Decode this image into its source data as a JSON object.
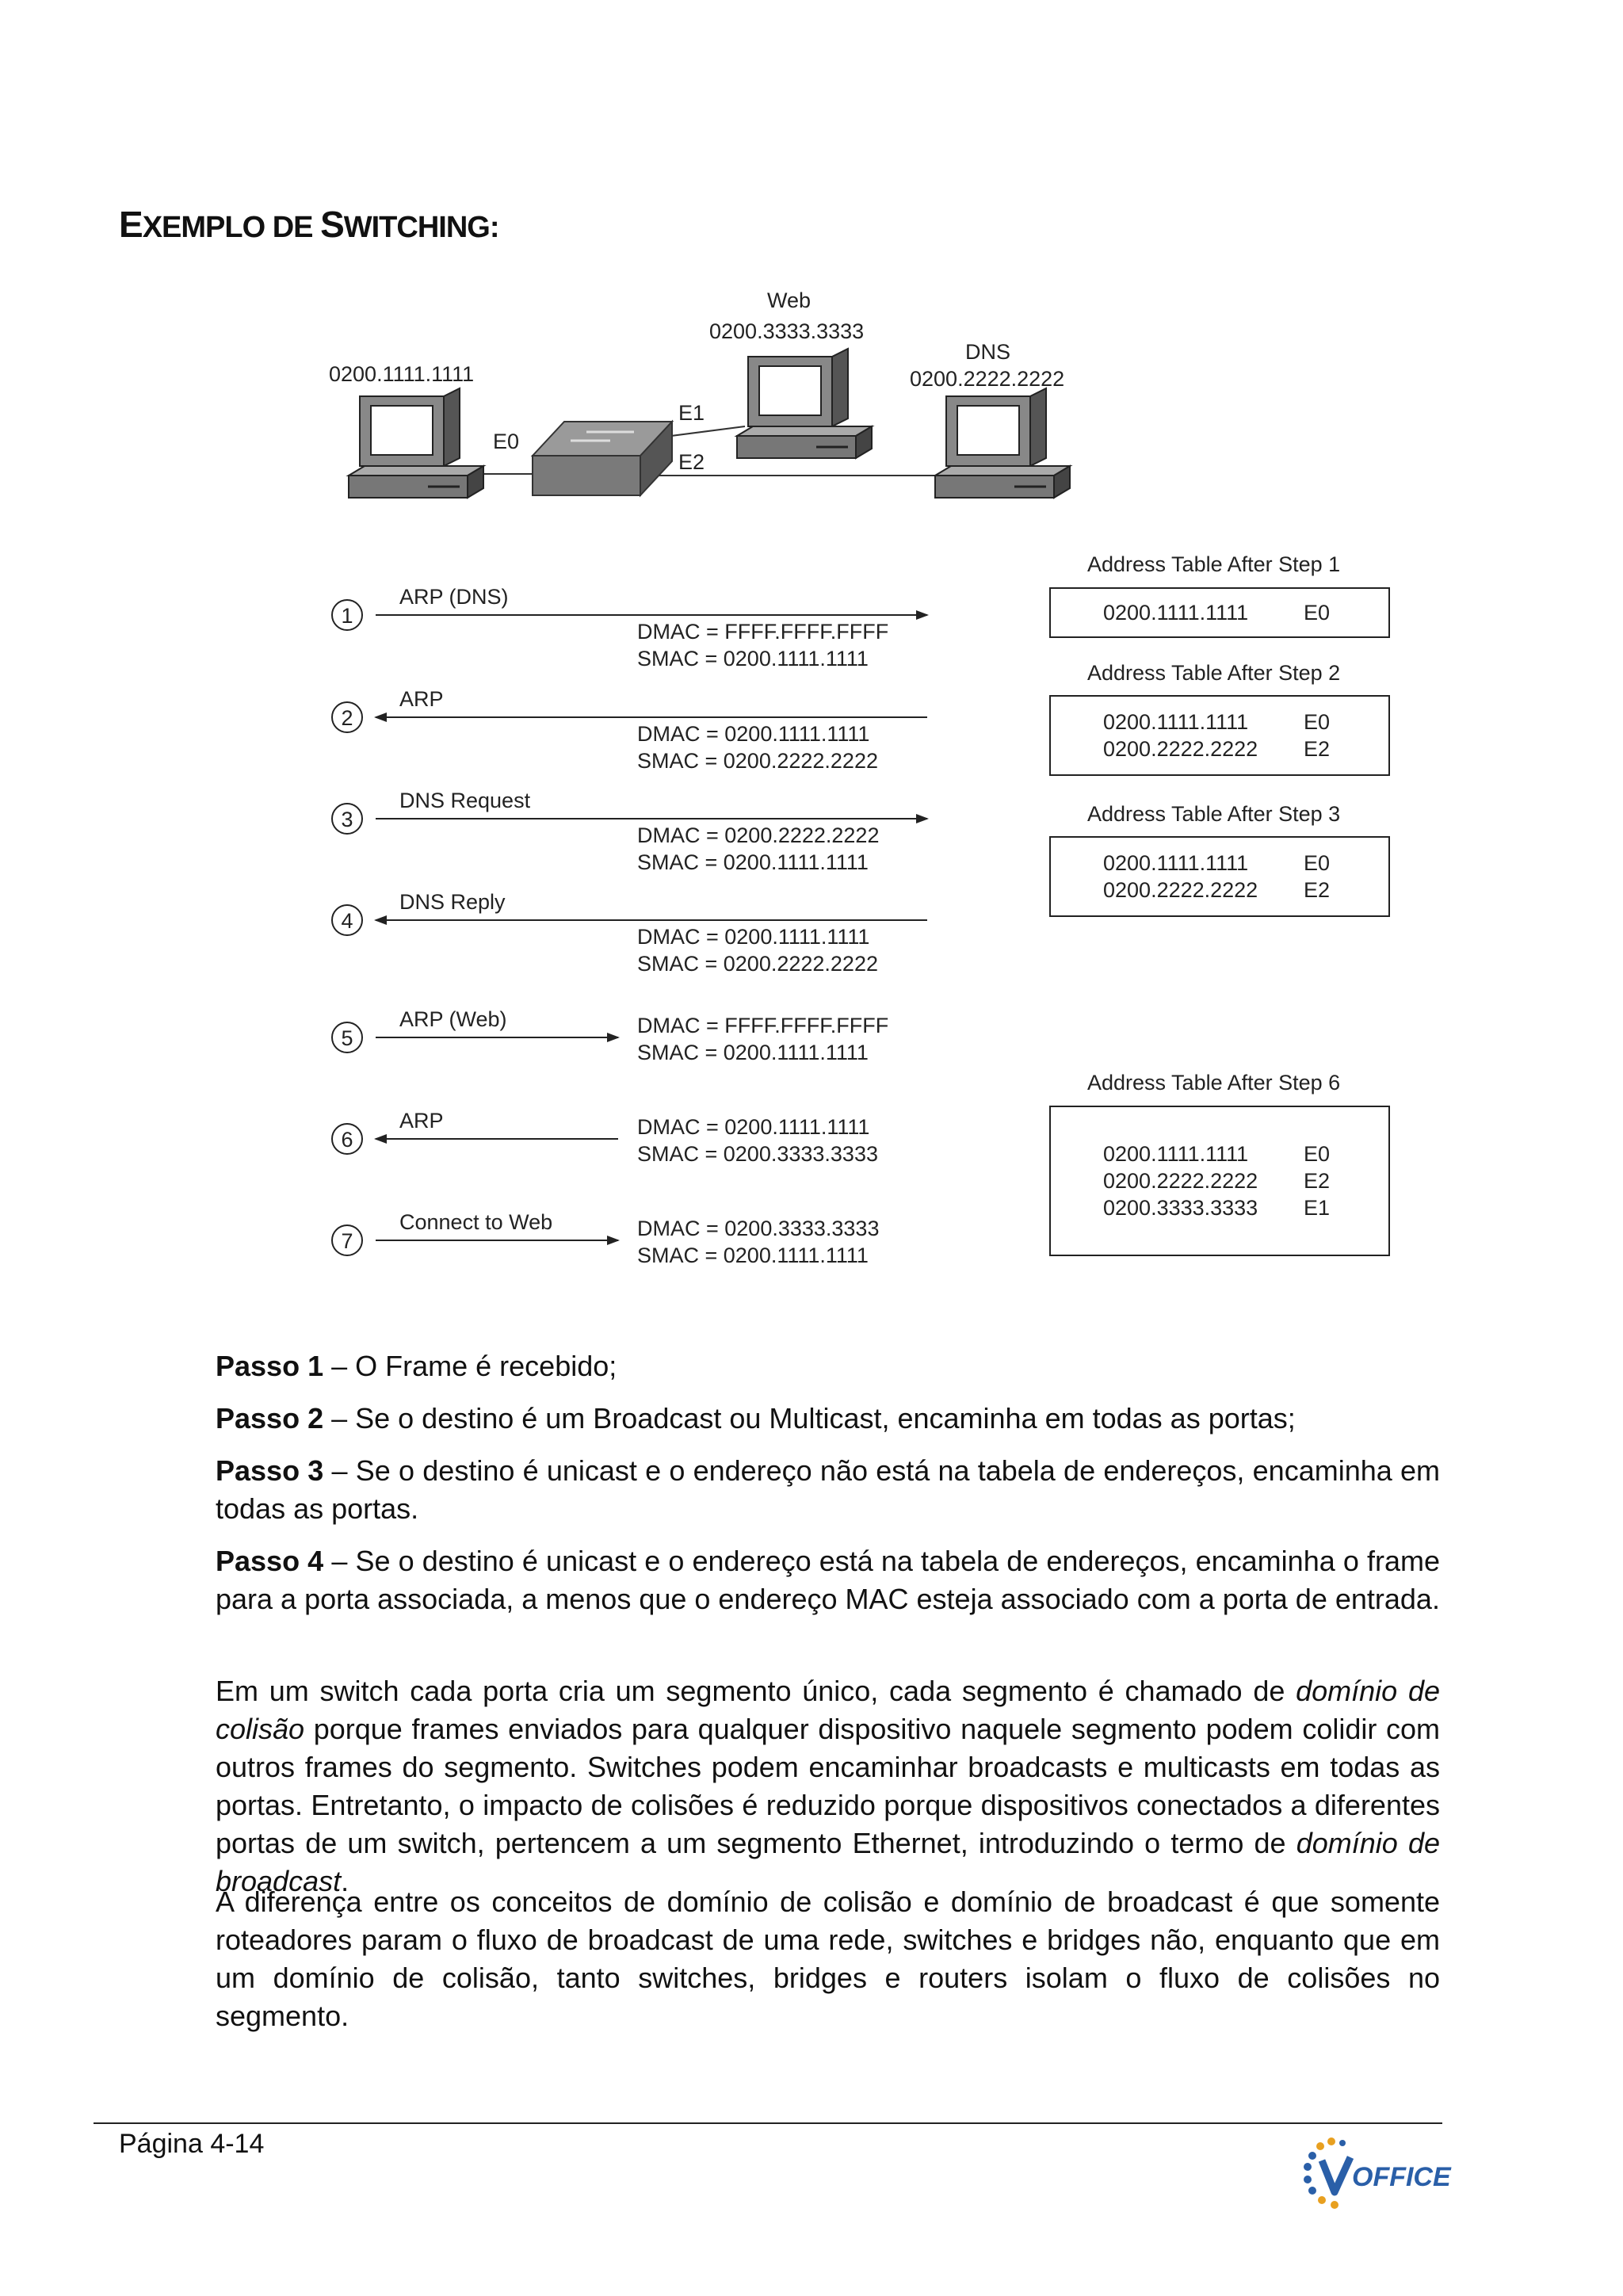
{
  "heading": "Exemplo de Switching:",
  "network": {
    "pc_left_mac": "0200.1111.1111",
    "web_name": "Web",
    "web_mac": "0200.3333.3333",
    "dns_name": "DNS",
    "dns_mac": "0200.2222.2222",
    "port_e0": "E0",
    "port_e1": "E1",
    "port_e2": "E2"
  },
  "steps": [
    {
      "num": "1",
      "label": "ARP (DNS)",
      "dmac": "DMAC = FFFF.FFFF.FFFF",
      "smac": "SMAC = 0200.1111.1111"
    },
    {
      "num": "2",
      "label": "ARP",
      "dmac": "DMAC = 0200.1111.1111",
      "smac": "SMAC = 0200.2222.2222"
    },
    {
      "num": "3",
      "label": "DNS Request",
      "dmac": "DMAC = 0200.2222.2222",
      "smac": "SMAC = 0200.1111.1111"
    },
    {
      "num": "4",
      "label": "DNS Reply",
      "dmac": "DMAC = 0200.1111.1111",
      "smac": "SMAC = 0200.2222.2222"
    },
    {
      "num": "5",
      "label": "ARP (Web)",
      "dmac": "DMAC = FFFF.FFFF.FFFF",
      "smac": "SMAC = 0200.1111.1111"
    },
    {
      "num": "6",
      "label": "ARP",
      "dmac": "DMAC = 0200.1111.1111",
      "smac": "SMAC = 0200.3333.3333"
    },
    {
      "num": "7",
      "label": "Connect to Web",
      "dmac": "DMAC = 0200.3333.3333",
      "smac": "SMAC = 0200.1111.1111"
    }
  ],
  "tables": [
    {
      "title": "Address Table After Step 1",
      "rows": [
        [
          "0200.1111.1111",
          "E0"
        ]
      ]
    },
    {
      "title": "Address Table After Step 2",
      "rows": [
        [
          "0200.1111.1111",
          "E0"
        ],
        [
          "0200.2222.2222",
          "E2"
        ]
      ]
    },
    {
      "title": "Address Table After Step 3",
      "rows": [
        [
          "0200.1111.1111",
          "E0"
        ],
        [
          "0200.2222.2222",
          "E2"
        ]
      ]
    },
    {
      "title": "Address Table After Step 6",
      "rows": [
        [
          "0200.1111.1111",
          "E0"
        ],
        [
          "0200.2222.2222",
          "E2"
        ],
        [
          "0200.3333.3333",
          "E1"
        ]
      ]
    }
  ],
  "passos": [
    {
      "label": "Passo 1",
      "text": " – O Frame é recebido;"
    },
    {
      "label": "Passo 2",
      "text": " – Se o destino é um Broadcast ou Multicast, encaminha em todas as portas;"
    },
    {
      "label": "Passo 3",
      "text": " – Se o destino é unicast e o endereço não está na tabela de endereços, encaminha em todas as portas."
    },
    {
      "label": "Passo 4",
      "text": " – Se o destino é unicast e o endereço está na tabela de endereços, encaminha o frame para a porta associada, a menos que o endereço MAC esteja associado com a porta de entrada."
    }
  ],
  "paragraph1": {
    "part1": "Em um switch cada porta cria um segmento único, cada segmento é chamado de ",
    "em1": "domínio de colisão",
    "part2": " porque frames enviados para qualquer dispositivo naquele segmento podem colidir com outros frames do segmento. Switches podem encaminhar broadcasts e multicasts em todas as portas. Entretanto, o impacto de colisões é reduzido porque dispositivos conectados a diferentes portas de um switch, pertencem a um segmento Ethernet, introduzindo o termo de ",
    "em2": "domínio de broadcast",
    "part3": "."
  },
  "paragraph2": "A diferença entre os conceitos de domínio de colisão e domínio de broadcast é que somente roteadores param o fluxo de broadcast de uma rede, switches e bridges não, enquanto que em um domínio de colisão, tanto switches, bridges e routers isolam o fluxo de colisões no segmento.",
  "footer": {
    "page": "Página 4-14",
    "logo_text": "OFFICE",
    "logo_color": "#2a5fa8",
    "logo_accent": "#e8a020"
  }
}
